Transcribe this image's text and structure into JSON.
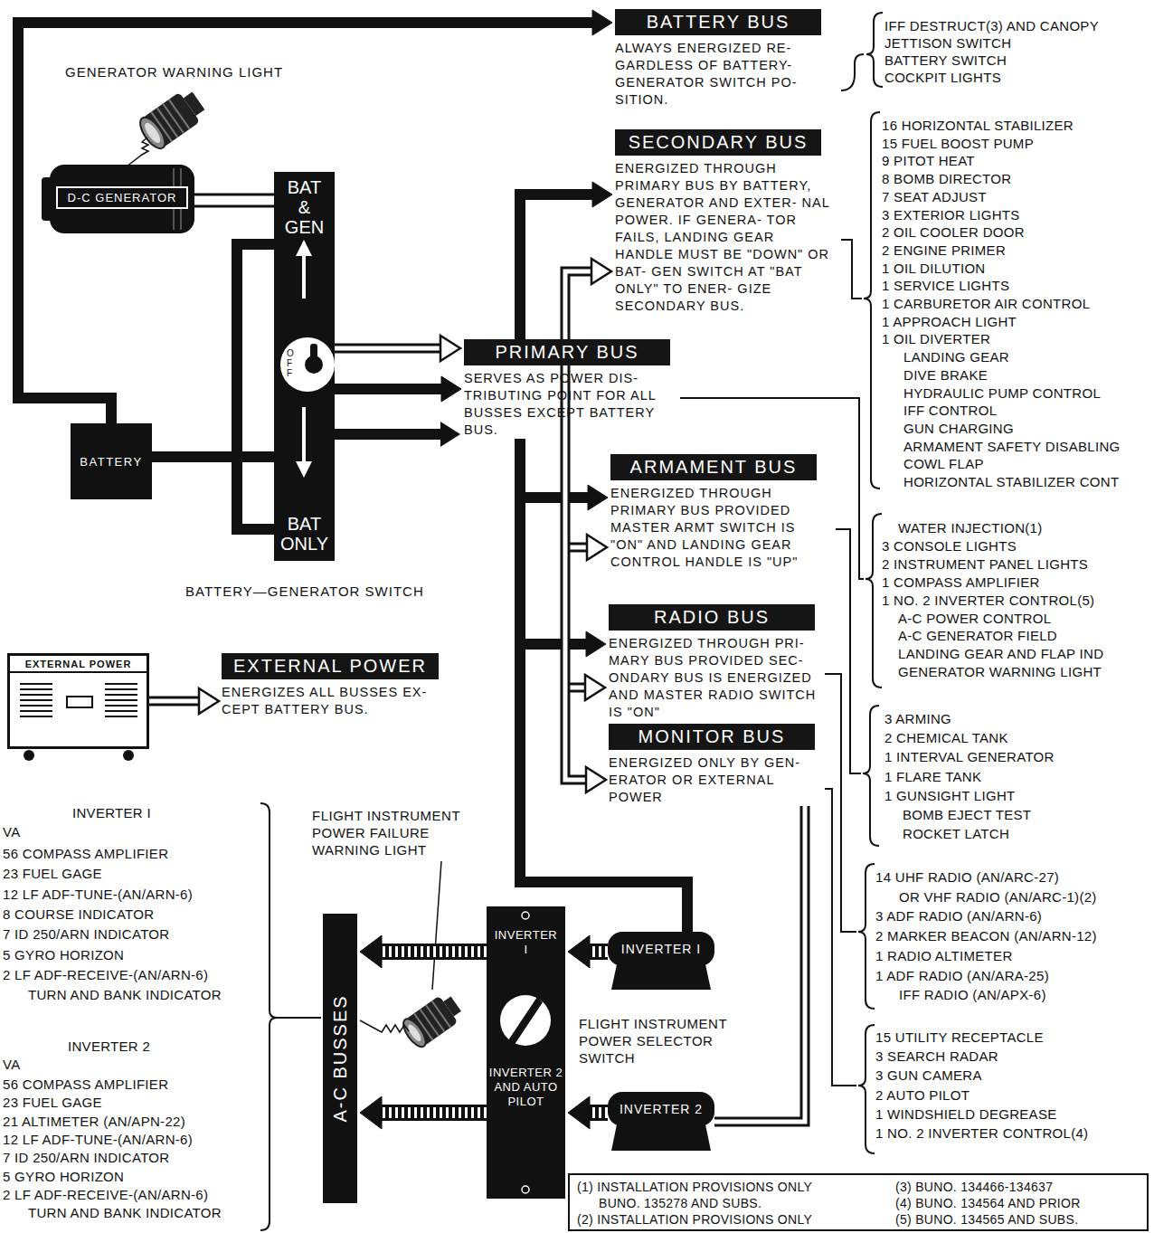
{
  "diagram": {
    "nodes": [
      {
        "text": [
          "BATTERY BUS",
          "ALWAYS ENERGIZED RE- GARDLESS OF BATTERY- GENERATOR SWITCH PO- SITION."
        ]
      },
      {
        "text": [
          "D-C GENERATOR"
        ]
      },
      {
        "text": [
          "SECONDARY BUS",
          "ENERGIZED THROUGH PRIMARY BUS BY BATTERY, GENERATOR AND EXTER- NAL POWER. IF GENERA- TOR FAILS, LANDING GEAR HANDLE MUST BE \"DOWN\" OR BAT- GEN SWITCH AT \"BAT ONLY\" TO ENER- GIZE SECONDARY BUS."
        ]
      },
      {
        "text": [
          "BAT & GEN",
          "BAT ONLY"
        ]
      },
      {
        "text": [
          "PRIMARY BUS",
          "SERVES AS POWER DIS- TRIBUTING POINT FOR ALL BUSSES EXCEPT BATTERY BUS."
        ]
      },
      {
        "text": [
          "BATTERY"
        ]
      },
      {
        "text": [
          "ARMAMENT BUS",
          "ENERGIZED THROUGH PRIMARY BUS PROVIDED MASTER ARMT SWITCH IS \"ON\" AND LANDING GEAR CONTROL HANDLE IS \"UP\""
        ]
      },
      {
        "text": [
          "RADIO BUS",
          "ENERGIZED THROUGH PRI- MARY BUS PROVIDED SEC- ONDARY BUS IS ENERGIZED AND MASTER RADIO SWITCH IS \"ON\""
        ]
      },
      {
        "text": [
          "EXTERNAL POWER"
        ]
      },
      {
        "text": [
          "EXTERNAL POWER",
          "ENERGIZES ALL BUSSES EX- CEPT BATTERY BUS."
        ]
      },
      {
        "text": [
          "MONITOR BUS",
          "ENERGIZED ONLY BY GEN- ERATOR OR EXTERNAL POWER"
        ]
      },
      {
        "text": [
          "A-C BUSSES"
        ]
      },
      {
        "text": [
          "INVERTER I",
          "INVERTER 2 AND AUTO PILOT"
        ]
      },
      {
        "text": [
          "INVERTER I"
        ]
      },
      {
        "text": [
          "INVERTER 2"
        ]
      },
      {
        "text": [
          "(1) INSTALLATION PROVISIONS ONLY BUNO. 135278 AND SUBS.",
          "(2) INSTALLATION PROVISIONS ONLY",
          "(3) BUNO. 134466-134637",
          "(4) BUNO. 134564 AND PRIOR",
          "(5) BUNO. 134565 AND SUBS."
        ]
      }
    ],
    "edges": [
      {
        "from": 5,
        "to": 0,
        "arrow": "to"
      },
      {
        "from": 1,
        "to": 3,
        "arrow": "none"
      },
      {
        "from": 5,
        "to": 3,
        "arrow": "none"
      },
      {
        "from": 3,
        "to": 4,
        "arrow": "to"
      },
      {
        "from": 4,
        "to": 2,
        "arrow": "to"
      },
      {
        "from": 4,
        "to": 6,
        "arrow": "to"
      },
      {
        "from": 4,
        "to": 7,
        "arrow": "to"
      },
      {
        "from": 4,
        "to": 10,
        "arrow": "to"
      },
      {
        "from": 4,
        "to": 13,
        "arrow": "none"
      },
      {
        "from": 10,
        "to": 14,
        "arrow": "none"
      },
      {
        "from": 13,
        "to": 12,
        "arrow": "to"
      },
      {
        "from": 14,
        "to": 12,
        "arrow": "to"
      },
      {
        "from": 12,
        "to": 11,
        "arrow": "to"
      },
      {
        "from": 12,
        "to": 11,
        "arrow": "to"
      },
      {
        "from": 8,
        "to": 9,
        "arrow": "to"
      }
    ],
    "labels": [
      "GENERATOR WARNING LIGHT",
      "OFF",
      "BATTERY—GENERATOR SWITCH",
      "IFF DESTRUCT(3) AND CANOPY",
      "JETTISON SWITCH",
      "BATTERY SWITCH",
      "COCKPIT LIGHTS",
      "16 HORIZONTAL STABILIZER",
      "15 FUEL BOOST PUMP",
      "9 PITOT HEAT",
      "8 BOMB DIRECTOR",
      "7 SEAT ADJUST",
      "3 EXTERIOR LIGHTS",
      "2 OIL COOLER DOOR",
      "2 ENGINE PRIMER",
      "1 OIL DILUTION",
      "1 SERVICE LIGHTS",
      "1 CARBURETOR AIR CONTROL",
      "1 APPROACH LIGHT",
      "1 OIL DIVERTER",
      "LANDING GEAR",
      "DIVE BRAKE",
      "HYDRAULIC PUMP CONTROL",
      "IFF CONTROL",
      "GUN CHARGING",
      "ARMAMENT SAFETY DISABLING",
      "COWL FLAP",
      "HORIZONTAL STABILIZER CONT",
      "WATER INJECTION(1)",
      "3 CONSOLE LIGHTS",
      "2 INSTRUMENT PANEL LIGHTS",
      "1 COMPASS AMPLIFIER",
      "1 NO. 2 INVERTER CONTROL(5)",
      "A-C POWER CONTROL",
      "A-C GENERATOR FIELD",
      "LANDING GEAR AND FLAP IND",
      "GENERATOR WARNING LIGHT",
      "3 ARMING",
      "2 CHEMICAL TANK",
      "1 INTERVAL GENERATOR",
      "1 FLARE TANK",
      "1 GUNSIGHT LIGHT",
      "BOMB EJECT TEST",
      "ROCKET LATCH",
      "14 UHF RADIO (AN/ARC-27)",
      "OR VHF RADIO (AN/ARC-1)(2)",
      "3 ADF RADIO (AN/ARN-6)",
      "2 MARKER BEACON (AN/ARN-12)",
      "1 RADIO ALTIMETER",
      "1 ADF RADIO (AN/ARA-25)",
      "IFF RADIO (AN/APX-6)",
      "15 UTILITY RECEPTACLE",
      "3 SEARCH RADAR",
      "3 GUN CAMERA",
      "2 AUTO PILOT",
      "1 WINDSHIELD DEGREASE",
      "1 NO. 2 INVERTER CONTROL(4)",
      "FLIGHT INSTRUMENT POWER FAILURE WARNING LIGHT",
      "FLIGHT INSTRUMENT POWER SELECTOR SWITCH",
      "INVERTER I",
      "VA",
      "56 COMPASS AMPLIFIER",
      "23 FUEL GAGE",
      "12 LF ADF-TUNE-(AN/ARN-6)",
      "8 COURSE INDICATOR",
      "7 ID 250/ARN INDICATOR",
      "5 GYRO HORIZON",
      "2 LF ADF-RECEIVE-(AN/ARN-6)",
      "TURN AND BANK INDICATOR",
      "INVERTER 2",
      "VA",
      "56 COMPASS AMPLIFIER",
      "23 FUEL GAGE",
      "21 ALTIMETER (AN/APN-22)",
      "12 LF ADF-TUNE-(AN/ARN-6)",
      "7 ID 250/ARN INDICATOR",
      "5 GYRO HORIZON",
      "2 LF ADF-RECEIVE-(AN/ARN-6)",
      "TURN AND BANK INDICATOR"
    ]
  }
}
